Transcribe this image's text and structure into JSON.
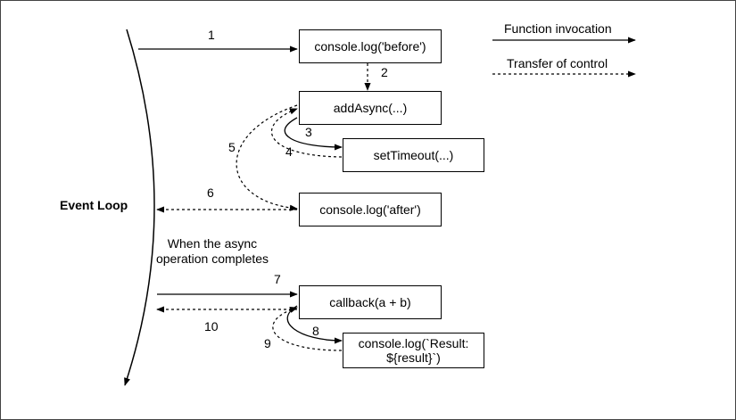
{
  "event_loop_label": "Event Loop",
  "legend": {
    "function_invocation": "Function invocation",
    "transfer_of_control": "Transfer of control"
  },
  "boxes": {
    "console_log_before": "console.log('before')",
    "add_async": "addAsync(...)",
    "set_timeout": "setTimeout(...)",
    "console_log_after": "console.log('after')",
    "callback": "callback(a + b)",
    "console_log_result_line1": "console.log(`Result:",
    "console_log_result_line2": "${result}`)"
  },
  "async_note": "When the async operation completes",
  "steps": [
    "1",
    "2",
    "3",
    "4",
    "5",
    "6",
    "7",
    "8",
    "9",
    "10"
  ]
}
